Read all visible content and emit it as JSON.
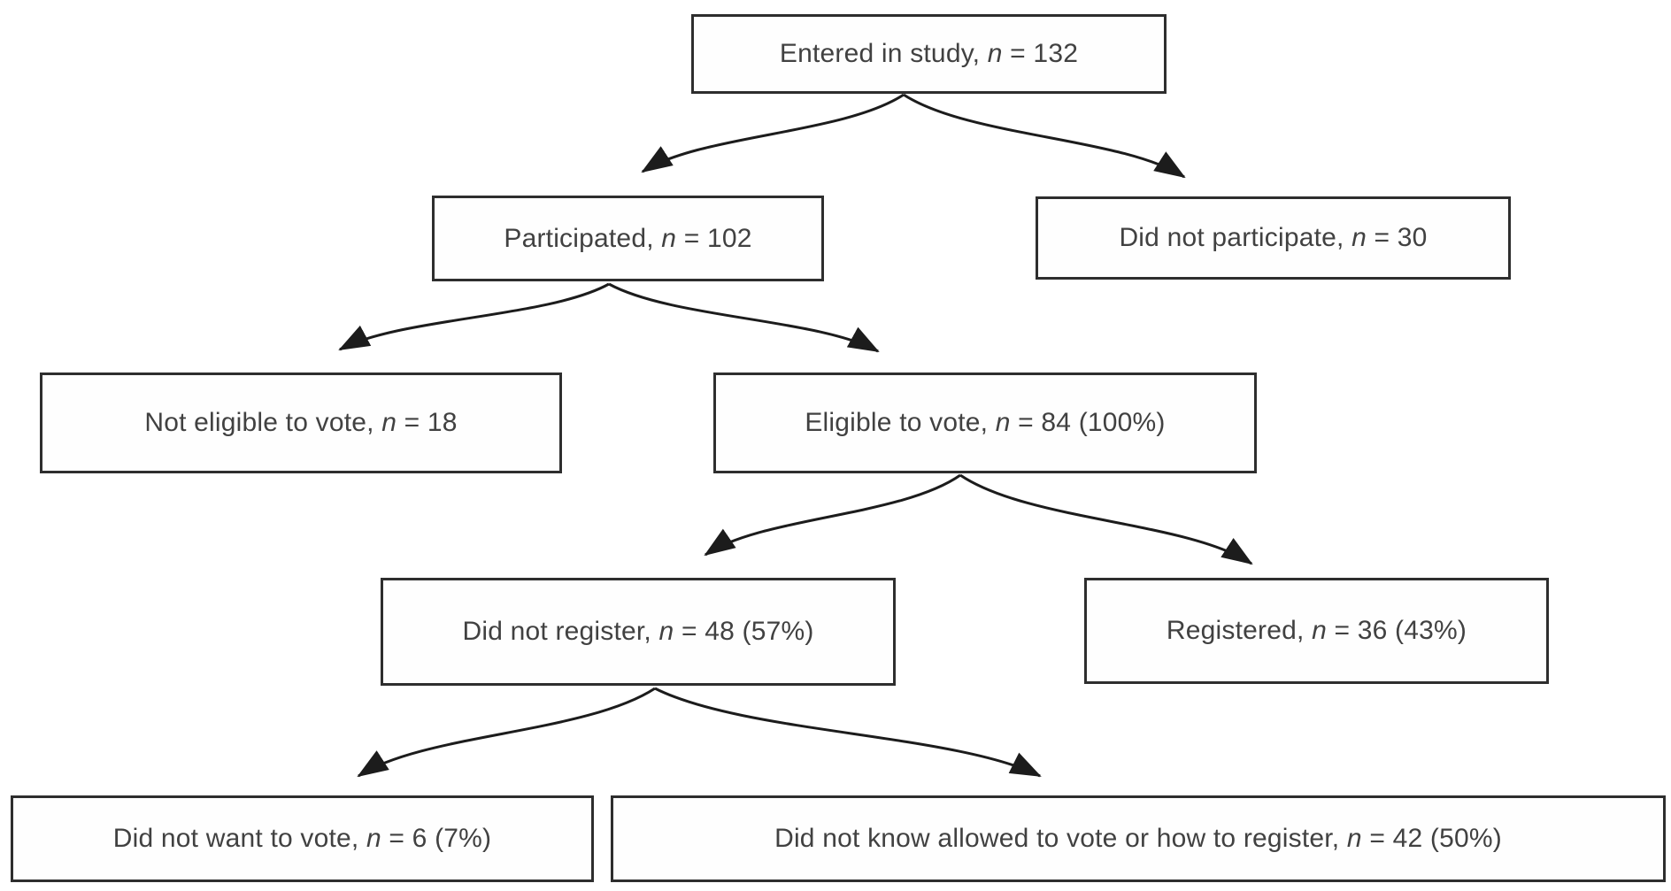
{
  "diagram": {
    "type": "flowchart",
    "background": "#ffffff",
    "colors": {
      "box_border": "#2e2e2e",
      "text": "#414141",
      "arrow": "#1c1c1c"
    },
    "nodes": [
      {
        "id": "entered-in-study",
        "prefix": "Entered in study, ",
        "n_symbol": "n",
        "suffix": " = 132"
      },
      {
        "id": "participated",
        "prefix": "Participated, ",
        "n_symbol": "n",
        "suffix": " = 102"
      },
      {
        "id": "did-not-participate",
        "prefix": "Did not participate, ",
        "n_symbol": "n",
        "suffix": " = 30"
      },
      {
        "id": "not-eligible-to-vote",
        "prefix": "Not eligible to vote, ",
        "n_symbol": "n",
        "suffix": " = 18"
      },
      {
        "id": "eligible-to-vote",
        "prefix": "Eligible to vote, ",
        "n_symbol": "n",
        "suffix": " = 84 (100%)"
      },
      {
        "id": "did-not-register",
        "prefix": "Did not register, ",
        "n_symbol": "n",
        "suffix": " = 48 (57%)"
      },
      {
        "id": "registered",
        "prefix": "Registered, ",
        "n_symbol": "n",
        "suffix": " = 36 (43%)"
      },
      {
        "id": "did-not-want-to-vote",
        "prefix": "Did not want to vote, ",
        "n_symbol": "n",
        "suffix": " = 6 (7%)"
      },
      {
        "id": "did-not-know-allowed",
        "prefix": "Did not know allowed to vote or how to register, ",
        "n_symbol": "n",
        "suffix": " = 42 (50%)"
      }
    ],
    "edges": [
      {
        "from": "entered-in-study",
        "to": "participated"
      },
      {
        "from": "entered-in-study",
        "to": "did-not-participate"
      },
      {
        "from": "participated",
        "to": "not-eligible-to-vote"
      },
      {
        "from": "participated",
        "to": "eligible-to-vote"
      },
      {
        "from": "eligible-to-vote",
        "to": "did-not-register"
      },
      {
        "from": "eligible-to-vote",
        "to": "registered"
      },
      {
        "from": "did-not-register",
        "to": "did-not-want-to-vote"
      },
      {
        "from": "did-not-register",
        "to": "did-not-know-allowed"
      }
    ]
  }
}
